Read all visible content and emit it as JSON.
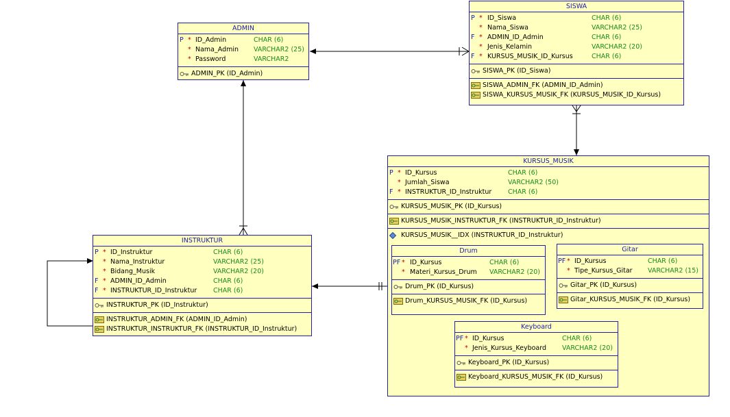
{
  "tables": {
    "admin": {
      "title": "ADMIN",
      "columns": [
        {
          "pf": "P",
          "star": "*",
          "name": "ID_Admin",
          "type": "CHAR (6)"
        },
        {
          "pf": "",
          "star": "*",
          "name": "Nama_Admin",
          "type": "VARCHAR2 (25)"
        },
        {
          "pf": "",
          "star": "*",
          "name": "Password",
          "type": "VARCHAR2"
        }
      ],
      "pk": "ADMIN_PK (ID_Admin)"
    },
    "siswa": {
      "title": "SISWA",
      "columns": [
        {
          "pf": "P",
          "star": "*",
          "name": "ID_Siswa",
          "type": "CHAR (6)"
        },
        {
          "pf": "",
          "star": "*",
          "name": "Nama_Siswa",
          "type": "VARCHAR2 (25)"
        },
        {
          "pf": "F",
          "star": "*",
          "name": "ADMIN_ID_Admin",
          "type": "CHAR (6)"
        },
        {
          "pf": "",
          "star": "*",
          "name": "Jenis_Kelamin",
          "type": "VARCHAR2 (20)"
        },
        {
          "pf": "F",
          "star": "*",
          "name": "KURSUS_MUSIK_ID_Kursus",
          "type": "CHAR (6)"
        }
      ],
      "pk": "SISWA_PK (ID_Siswa)",
      "fks": [
        "SISWA_ADMIN_FK (ADMIN_ID_Admin)",
        "SISWA_KURSUS_MUSIK_FK (KURSUS_MUSIK_ID_Kursus)"
      ]
    },
    "kursus_musik": {
      "title": "KURSUS_MUSIK",
      "columns": [
        {
          "pf": "P",
          "star": "*",
          "name": "ID_Kursus",
          "type": "CHAR (6)"
        },
        {
          "pf": "",
          "star": "*",
          "name": "Jumlah_Siswa",
          "type": "VARCHAR2 (50)"
        },
        {
          "pf": "F",
          "star": "*",
          "name": "INSTRUKTUR_ID_Instruktur",
          "type": "CHAR (6)"
        }
      ],
      "pk": "KURSUS_MUSIK_PK (ID_Kursus)",
      "fk": "KURSUS_MUSIK_INSTRUKTUR_FK (INSTRUKTUR_ID_Instruktur)",
      "idx": "KURSUS_MUSIK__IDX (INSTRUKTUR_ID_Instruktur)"
    },
    "instruktur": {
      "title": "INSTRUKTUR",
      "columns": [
        {
          "pf": "P",
          "star": "*",
          "name": "ID_Instruktur",
          "type": "CHAR (6)"
        },
        {
          "pf": "",
          "star": "*",
          "name": "Nama_Instruktur",
          "type": "VARCHAR2 (25)"
        },
        {
          "pf": "",
          "star": "*",
          "name": "Bidang_Musik",
          "type": "VARCHAR2 (20)"
        },
        {
          "pf": "F",
          "star": "*",
          "name": "ADMIN_ID_Admin",
          "type": "CHAR (6)"
        },
        {
          "pf": "F",
          "star": "*",
          "name": "INSTRUKTUR_ID_Instruktur",
          "type": "CHAR (6)"
        }
      ],
      "pk": "INSTRUKTUR_PK (ID_Instruktur)",
      "fks": [
        "INSTRUKTUR_ADMIN_FK (ADMIN_ID_Admin)",
        "INSTRUKTUR_INSTRUKTUR_FK (INSTRUKTUR_ID_Instruktur)"
      ]
    },
    "drum": {
      "title": "Drum",
      "columns": [
        {
          "pf": "PF",
          "star": "*",
          "name": "ID_Kursus",
          "type": "CHAR (6)"
        },
        {
          "pf": "",
          "star": "*",
          "name": "Materi_Kursus_Drum",
          "type": "VARCHAR2 (20)"
        }
      ],
      "pk": "Drum_PK (ID_Kursus)",
      "fk": "Drum_KURSUS_MUSIK_FK (ID_Kursus)"
    },
    "gitar": {
      "title": "Gitar",
      "columns": [
        {
          "pf": "PF",
          "star": "*",
          "name": "ID_Kursus",
          "type": "CHAR (6)"
        },
        {
          "pf": "",
          "star": "*",
          "name": "Tipe_Kursus_Gitar",
          "type": "VARCHAR2 (15)"
        }
      ],
      "pk": "Gitar_PK (ID_Kursus)",
      "fk": "Gitar_KURSUS_MUSIK_FK (ID_Kursus)"
    },
    "keyboard": {
      "title": "Keyboard",
      "columns": [
        {
          "pf": "PF",
          "star": "*",
          "name": "ID_Kursus",
          "type": "CHAR (6)"
        },
        {
          "pf": "",
          "star": "*",
          "name": "Jenis_Kursus_Keyboard",
          "type": "VARCHAR2 (20)"
        }
      ],
      "pk": "Keyboard_PK (ID_Kursus)",
      "fk": "Keyboard_KURSUS_MUSIK_FK (ID_Kursus)"
    }
  },
  "colors": {
    "border": "#1e1ea8",
    "fill": "#ffffc0",
    "title": "#1a1aa8",
    "star": "#c00000",
    "type": "#1a8a1a"
  }
}
